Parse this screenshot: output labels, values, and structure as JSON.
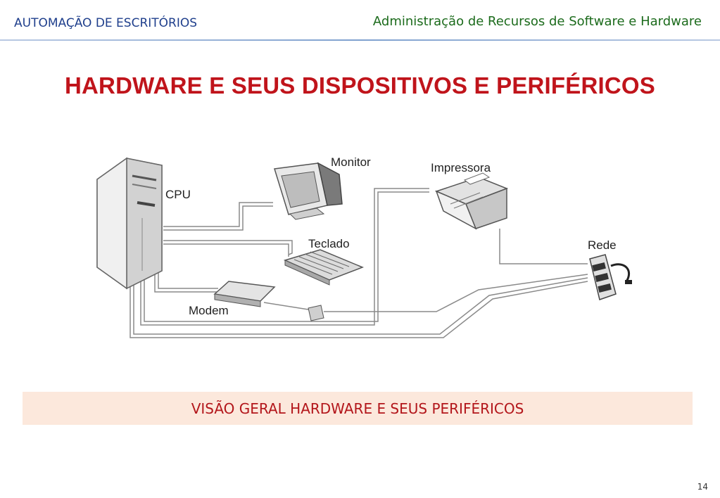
{
  "header": {
    "left_title": "AUTOMAÇÃO DE ESCRITÓRIOS",
    "right_title": "Administração de Recursos de Software e Hardware"
  },
  "slide": {
    "title": "HARDWARE E SEUS DISPOSITIVOS E PERIFÉRICOS",
    "caption": "VISÃO GERAL HARDWARE E SEUS PERIFÉRICOS",
    "page_number": "14"
  },
  "diagram": {
    "labels": {
      "cpu": "CPU",
      "monitor": "Monitor",
      "printer": "Impressora",
      "keyboard": "Teclado",
      "modem": "Modem",
      "network": "Rede"
    }
  }
}
